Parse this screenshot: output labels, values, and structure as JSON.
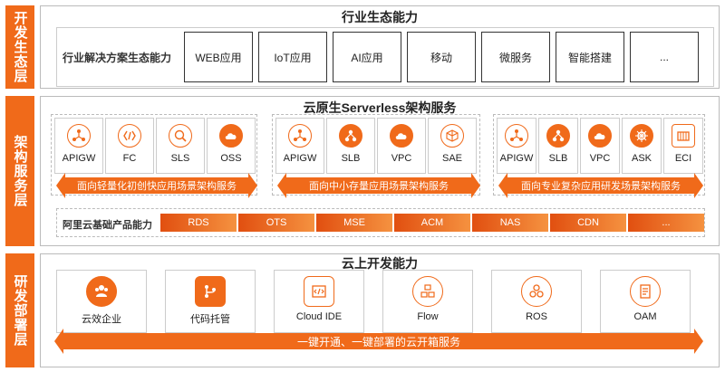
{
  "colors": {
    "accent": "#f06a1a",
    "chip_start": "#e14f10",
    "chip_end": "#f59240"
  },
  "layers": [
    {
      "label": "开发生态层"
    },
    {
      "label": "架构服务层"
    },
    {
      "label": "研发部署层"
    }
  ],
  "layer1": {
    "title": "行业生态能力",
    "row_label": "行业解决方案生态能力",
    "items": [
      "WEB应用",
      "IoT应用",
      "AI应用",
      "移动",
      "微服务",
      "智能搭建",
      "..."
    ]
  },
  "layer2": {
    "title": "云原生Serverless架构服务",
    "groups": [
      {
        "services": [
          {
            "name": "APIGW",
            "icon": "share-nodes-icon"
          },
          {
            "name": "FC",
            "icon": "function-icon"
          },
          {
            "name": "SLS",
            "icon": "log-search-icon"
          },
          {
            "name": "OSS",
            "icon": "cloud-storage-icon"
          }
        ],
        "arrow": "面向轻量化初创快应用场景架构服务"
      },
      {
        "services": [
          {
            "name": "APIGW",
            "icon": "share-nodes-icon"
          },
          {
            "name": "SLB",
            "icon": "load-balancer-icon"
          },
          {
            "name": "VPC",
            "icon": "cloud-network-icon"
          },
          {
            "name": "SAE",
            "icon": "cube-network-icon"
          }
        ],
        "arrow": "面向中小存量应用场景架构服务"
      },
      {
        "services": [
          {
            "name": "APIGW",
            "icon": "share-nodes-icon"
          },
          {
            "name": "SLB",
            "icon": "load-balancer-icon"
          },
          {
            "name": "VPC",
            "icon": "cloud-network-icon"
          },
          {
            "name": "ASK",
            "icon": "helm-wheel-icon"
          },
          {
            "name": "ECI",
            "icon": "container-icon"
          }
        ],
        "arrow": "面向专业复杂应用研发场景架构服务"
      }
    ],
    "base_label": "阿里云基础产品能力",
    "base_items": [
      "RDS",
      "OTS",
      "MSE",
      "ACM",
      "NAS",
      "CDN",
      "..."
    ]
  },
  "layer3": {
    "title": "云上开发能力",
    "tools": [
      {
        "name": "云效企业",
        "icon": "team-icon"
      },
      {
        "name": "代码托管",
        "icon": "git-branch-icon"
      },
      {
        "name": "Cloud IDE",
        "icon": "code-editor-icon"
      },
      {
        "name": "Flow",
        "icon": "flow-boxes-icon"
      },
      {
        "name": "ROS",
        "icon": "resource-cluster-icon"
      },
      {
        "name": "OAM",
        "icon": "document-list-icon"
      }
    ],
    "arrow": "一键开通、一键部署的云开箱服务"
  }
}
